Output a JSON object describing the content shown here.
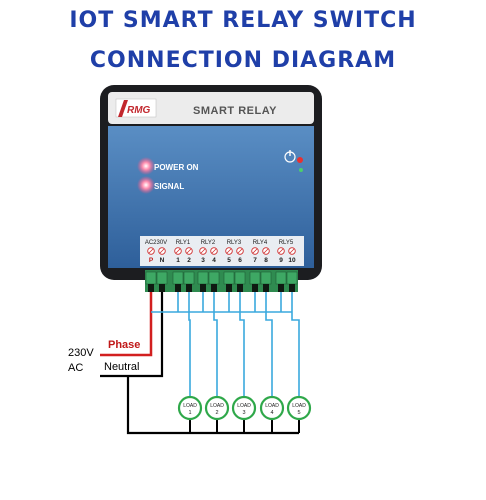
{
  "title": {
    "line1": "IOT SMART RELAY SWITCH",
    "line2": "CONNECTION DIAGRAM"
  },
  "device": {
    "brand": "RMG",
    "name": "SMART RELAY",
    "indicators": [
      "POWER ON",
      "SIGNAL"
    ],
    "terminal_groups": [
      "AC230V",
      "RLY1",
      "RLY2",
      "RLY3",
      "RLY4",
      "RLY5"
    ],
    "terminal_labels": [
      "P",
      "N",
      "1",
      "2",
      "3",
      "4",
      "5",
      "6",
      "7",
      "8",
      "9",
      "10"
    ]
  },
  "supply": {
    "voltage": "230V",
    "type": "AC",
    "phase_label": "Phase",
    "neutral_label": "Neutral"
  },
  "loads": [
    {
      "label": "LOAD",
      "number": "1"
    },
    {
      "label": "LOAD",
      "number": "2"
    },
    {
      "label": "LOAD",
      "number": "3"
    },
    {
      "label": "LOAD",
      "number": "4"
    },
    {
      "label": "LOAD",
      "number": "5"
    }
  ],
  "colors": {
    "title": "#1f3fa8",
    "enclosure": "#1c1d20",
    "panel": "#3d72b0",
    "phase_wire": "#d21f1f",
    "neutral_wire": "#000000",
    "load_wire": "#3aa9de",
    "terminal_block": "#2f8b50",
    "load_ring": "#2fa84a"
  }
}
